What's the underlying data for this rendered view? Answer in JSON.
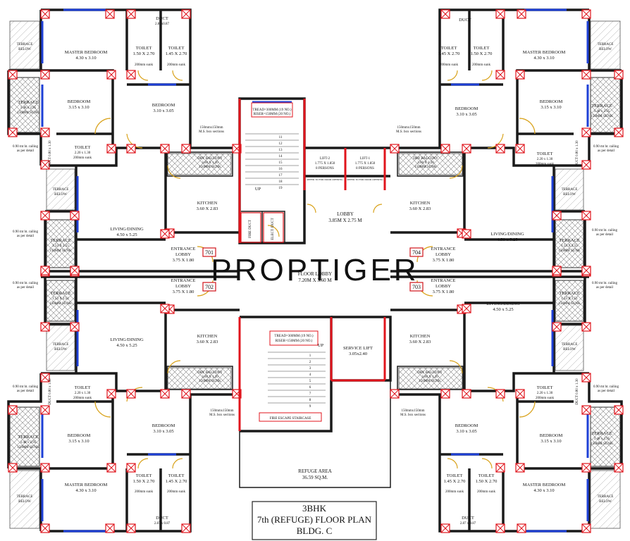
{
  "watermark": "PROPTIGER",
  "title": {
    "line1": "3BHK",
    "line2": "7th (REFUGE) FLOOR PLAN",
    "line3": "BLDG. C"
  },
  "center": {
    "stair_top": {
      "tread": "TREAD=300MM (19 NO.)",
      "riser": "RISER=150MM (20 NO.)",
      "up": "UP",
      "steps": [
        "11",
        "12",
        "13",
        "14",
        "15",
        "16",
        "17",
        "18",
        "19"
      ]
    },
    "lift2": {
      "name": "LIFT-2",
      "size": "1.775 X 1.850",
      "cap": "8 PERSONS"
    },
    "lift1": {
      "name": "LIFT-1",
      "size": "1.775 X 1.850",
      "cap": "8 PERSONS"
    },
    "lift_note": "REFER TO FOR DOOR OPENING",
    "elec_duct": "ELECT. DUCT",
    "fire_duct": "FIRE DUCT",
    "lobby": {
      "name": "LOBBY",
      "size": "3.85M X 2.75 M"
    },
    "floor_lobby": {
      "name": "FLOOR LOBBY",
      "size": "7.20M X 3.60 M"
    },
    "stair_bottom": {
      "tread": "TREAD=300MM (19 NO.)",
      "riser": "RISER=150MM (20 NO.)",
      "up": "UP",
      "label": "FIRE ESCAPE STAIRCASE",
      "steps": [
        "1",
        "2",
        "3",
        "4",
        "5",
        "6",
        "7",
        "8",
        "9"
      ]
    },
    "service_lift": {
      "name": "SERVICE LIFT",
      "size": "3.05x2.40"
    },
    "refuge": {
      "name": "REFUGE AREA",
      "size": "36.59 SQ.M."
    },
    "ms_box": [
      "150mmx150mm",
      "M.S. box sections"
    ]
  },
  "units": [
    {
      "no": "701",
      "master": [
        "MASTER BEDROOM",
        "4.30 x 3.10"
      ],
      "toilet_a": [
        "TOILET",
        "1.50 X 2.70",
        "200mm sunk"
      ],
      "toilet_b": [
        "TOILET",
        "1.45 X 2.70",
        "200mm sunk"
      ],
      "duct": [
        "DUCT",
        "2.87x0.87"
      ],
      "bedroom": [
        "BEDROOM",
        "3.15 x 3.10"
      ],
      "bedroom2": [
        "BEDROOM",
        "3.10 x 3.05"
      ],
      "terrace": [
        "TERRACE",
        "1.48 x 2.95",
        "150MM SUNK"
      ],
      "toilet_c": [
        "TOILET",
        "2.20 x 1.30",
        "200mm sunk"
      ],
      "dry_balcony": [
        "DRY BALCONY",
        "3.60 X 1.20",
        "150MM SUNK"
      ],
      "kitchen": [
        "KITCHEN",
        "3.60 X 2.83"
      ],
      "living": [
        "LIVING/DINING",
        "4.50 x 5.25"
      ],
      "entrance": [
        "ENTRANCE",
        "LOBBY",
        "3.75 X 1.80"
      ],
      "terrace2": [
        "TERRACE",
        "1.53 X 2.55",
        "150MM SUNK"
      ],
      "railing": [
        "0.90 mt ht. railing",
        "as per detail"
      ],
      "terrace_below": [
        "TERRACE",
        "BELOW"
      ],
      "small_duct": "DUCT 0.80 x 1.30"
    },
    {
      "no": "702",
      "master": [
        "MASTER BEDROOM",
        "4.30 x 3.10"
      ],
      "toilet_a": [
        "TOILET",
        "1.50 X 2.70",
        "200mm sunk"
      ],
      "toilet_b": [
        "TOILET",
        "1.45 X 2.70",
        "200mm sunk"
      ],
      "duct": [
        "DUCT",
        "2.87 x 0.87"
      ],
      "bedroom": [
        "BEDROOM",
        "3.15 x 3.10"
      ],
      "bedroom2": [
        "BEDROOM",
        "3.10 x 3.05"
      ],
      "terrace": [
        "TERRACE",
        "1.48 x 2.95",
        "150MM SUNK"
      ],
      "toilet_c": [
        "TOILET",
        "2.20 x 1.30",
        "200mm sunk"
      ],
      "dry_balcony": [
        "DRY BALCONY",
        "3.60 X 1.20",
        "150MM SUNK"
      ],
      "kitchen": [
        "KITCHEN",
        "3.60 X 2.83"
      ],
      "living": [
        "LIVING/DINING",
        "4.50 x 5.25"
      ],
      "entrance": [
        "ENTRANCE",
        "LOBBY",
        "3.75 X 1.80"
      ],
      "terrace2": [
        "TERRACE",
        "1.53 X 2.51",
        "150MM SUNK"
      ],
      "railing": [
        "0.90 mt ht. railing",
        "as per detail"
      ],
      "terrace_below": [
        "TERRACE",
        "BELOW"
      ],
      "small_duct": "DUCT 0.80 x 1.30"
    },
    {
      "no": "703",
      "master": [
        "MASTER BEDROOM",
        "4.30 x 3.10"
      ],
      "toilet_a": [
        "TOILET",
        "1.45 X 2.70",
        "200mm sunk"
      ],
      "toilet_b": [
        "TOILET",
        "1.50 X 2.70",
        "200mm sunk"
      ],
      "duct": [
        "DUCT",
        "2.87 x 0.87"
      ],
      "bedroom": [
        "BEDROOM",
        "3.15 x 3.10"
      ],
      "bedroom2": [
        "BEDROOM",
        "3.10 x 3.05"
      ],
      "terrace": [
        "TERRACE",
        "1.48 x 2.95",
        "150MM SUNK"
      ],
      "toilet_c": [
        "TOILET",
        "2.20 x 1.30",
        "200mm sunk"
      ],
      "dry_balcony": [
        "DRY BALCONY",
        "3.60 X 1.20",
        "150MM SUNK"
      ],
      "kitchen": [
        "KITCHEN",
        "3.60 X 2.83"
      ],
      "living": [
        "LIVING/DINING",
        "4.50 x 5.25"
      ],
      "entrance": [
        "ENTRANCE",
        "LOBBY",
        "3.75 X 1.80"
      ],
      "terrace2": [
        "TERRACE",
        "1.53 X 2.51",
        "150MM SUNK"
      ],
      "railing": [
        "0.90 mt ht. railing",
        "as per detail"
      ],
      "terrace_below": [
        "TERRACE",
        "BELOW"
      ],
      "small_duct": "DUCT 0.80 x 1.30"
    },
    {
      "no": "704",
      "master": [
        "MASTER BEDROOM",
        "4.30 x 3.10"
      ],
      "toilet_a": [
        "TOILET",
        "1.45 X 2.70",
        "200mm sunk"
      ],
      "toilet_b": [
        "TOILET",
        "1.50 X 2.70",
        "200mm sunk"
      ],
      "duct": [
        "DUCT",
        ""
      ],
      "bedroom": [
        "BEDROOM",
        "3.15 x 3.10"
      ],
      "bedroom2": [
        "BEDROOM",
        "3.10 x 3.05"
      ],
      "terrace": [
        "TERRACE",
        "1.48 x 2.95",
        "150MM SUNK"
      ],
      "toilet_c": [
        "TOILET",
        "2.20 x 1.30",
        "200mm sunk"
      ],
      "dry_balcony": [
        "DRY BALCONY",
        "3.60 X 1.20",
        "150MM SUNK"
      ],
      "kitchen": [
        "KITCHEN",
        "3.60 X 2.83"
      ],
      "living": [
        "LIVING/DINING",
        "4.50 x 5.25"
      ],
      "entrance": [
        "ENTRANCE",
        "LOBBY",
        "3.75 X 1.80"
      ],
      "terrace2": [
        "TERRACE",
        "1.53 X 2.55",
        "150MM SUNK"
      ],
      "railing": [
        "0.90 mt ht. railing",
        "as per detail"
      ],
      "terrace_below": [
        "TERRACE",
        "BELOW"
      ],
      "small_duct": "DUCT 0.80 x 1.30"
    }
  ],
  "colors": {
    "column": "#e0141c",
    "window": "#1d3fd6",
    "door": "#d9a21a",
    "wall": "#1a1a1a"
  }
}
